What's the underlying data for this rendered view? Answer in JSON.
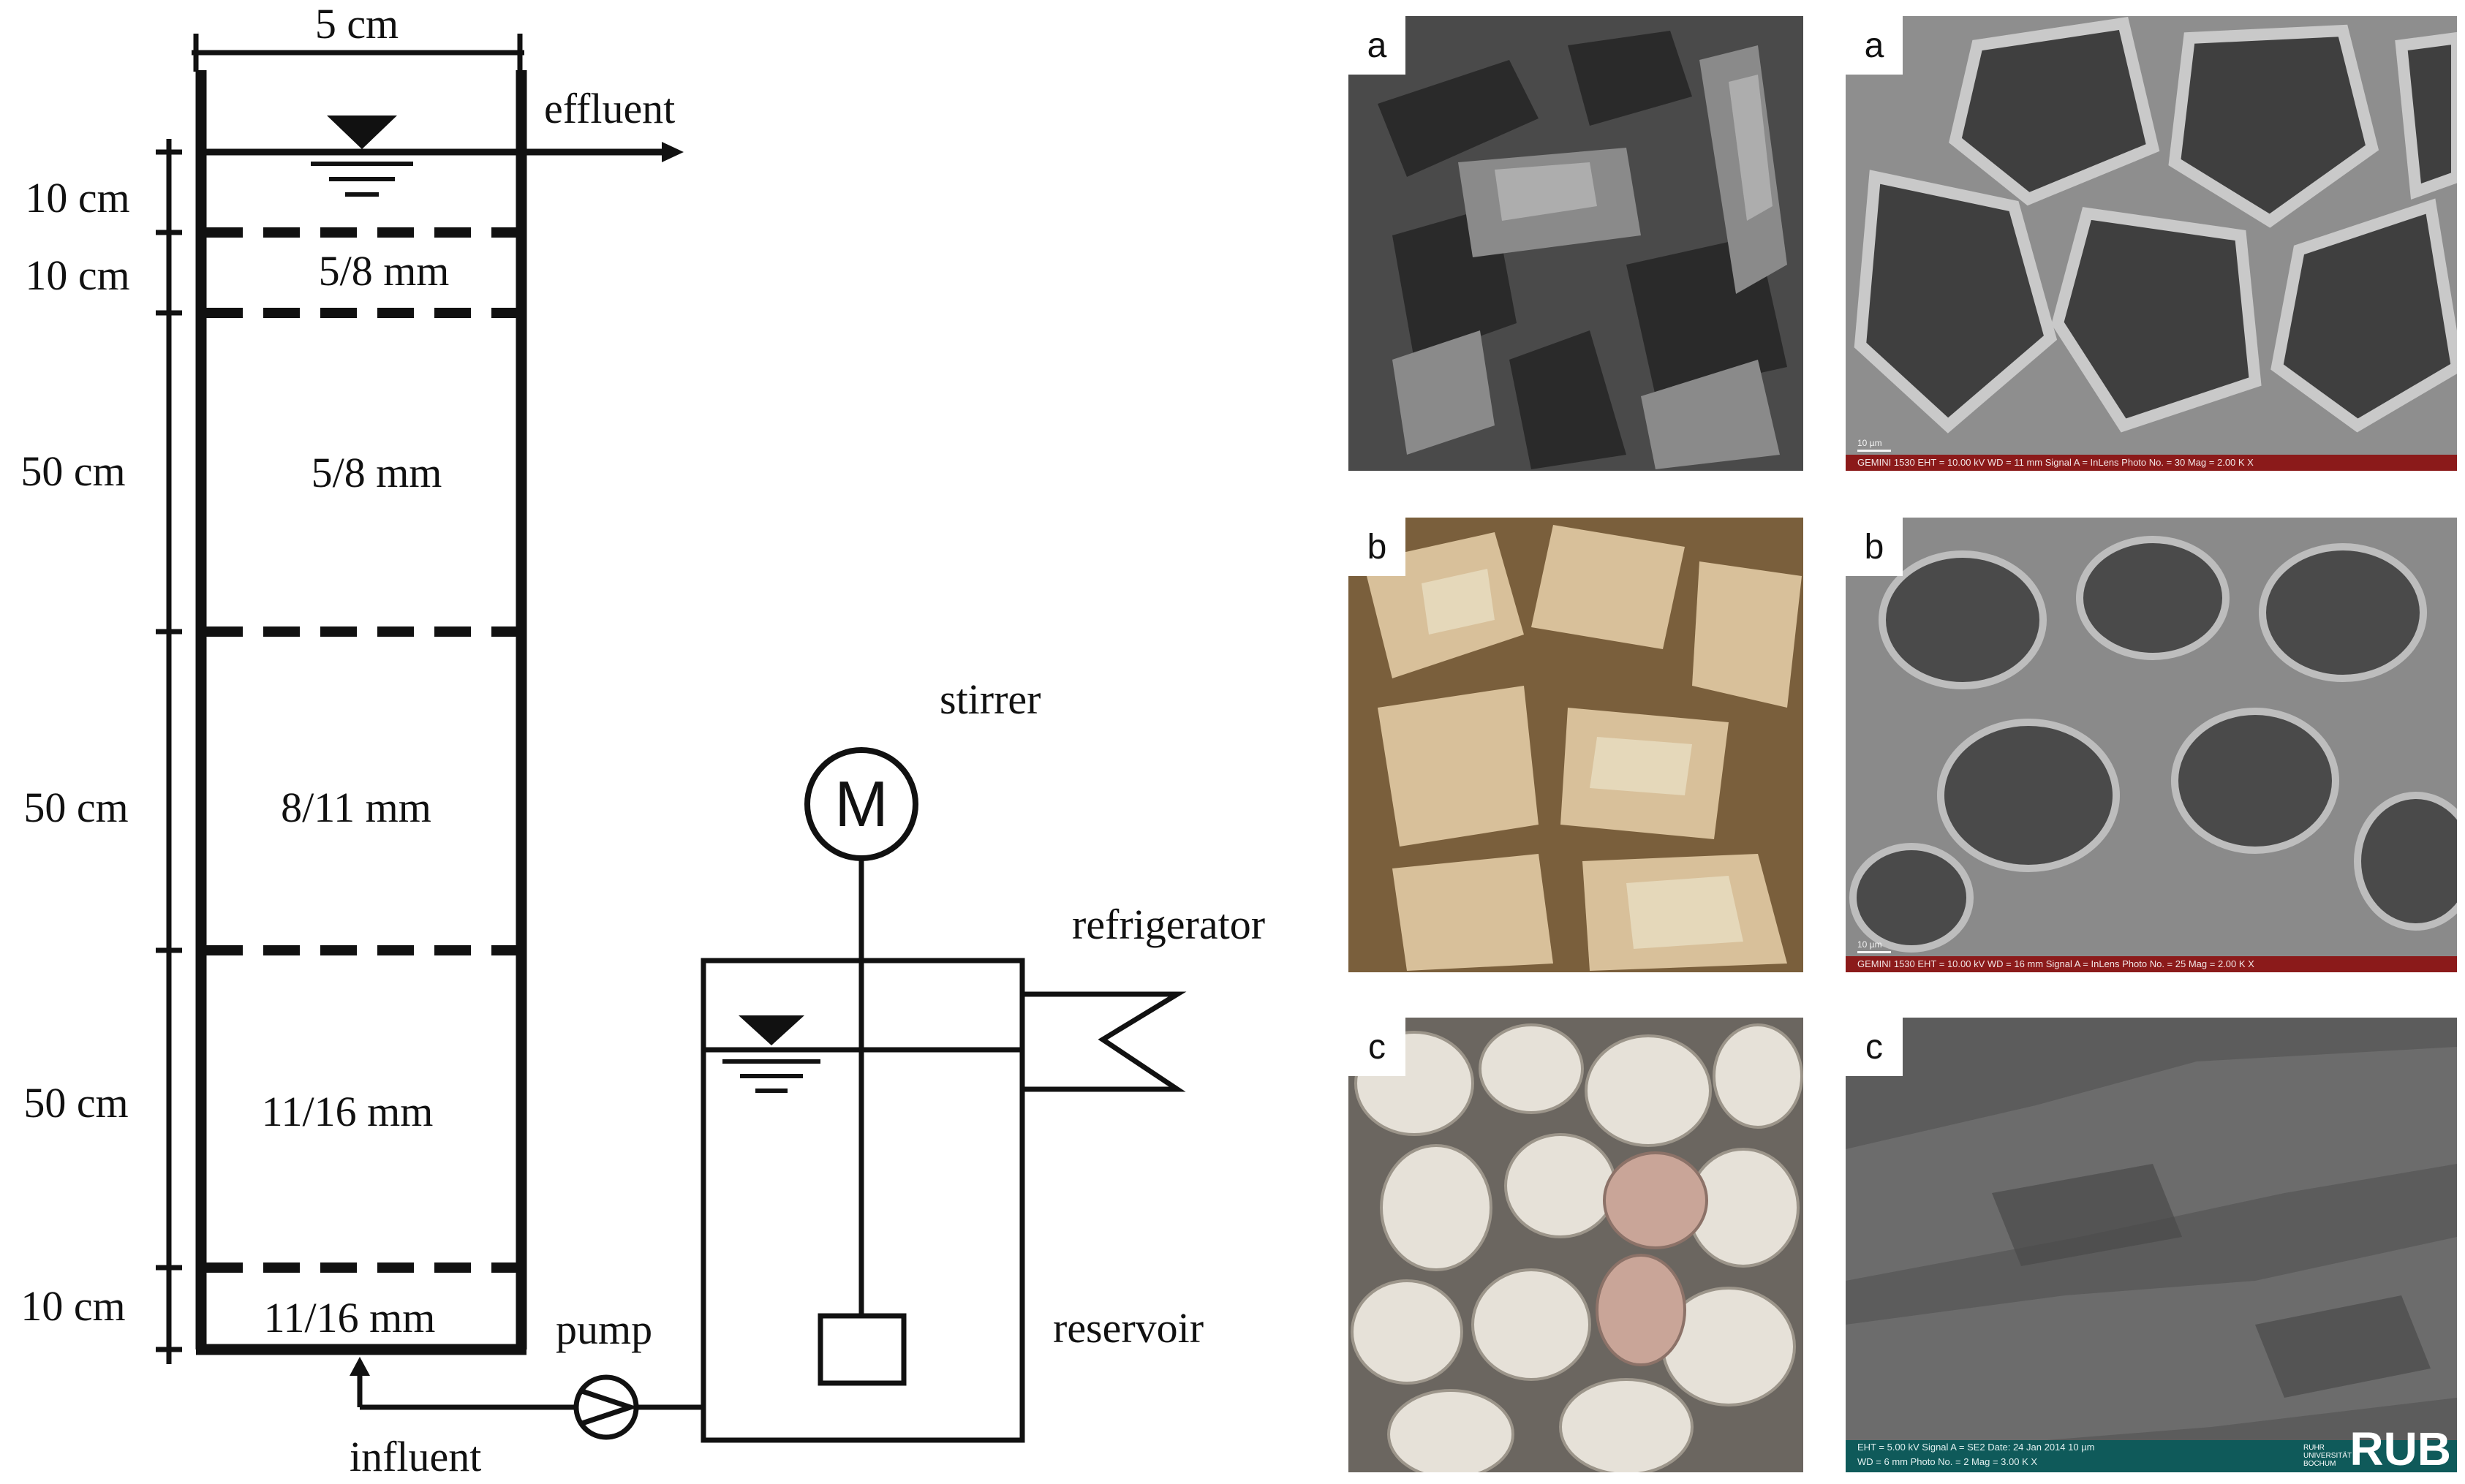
{
  "column": {
    "width_label": "5 cm",
    "effluent_label": "effluent",
    "influent_label": "influent",
    "section_heights": [
      "10 cm",
      "10 cm",
      "50 cm",
      "50 cm",
      "50 cm",
      "10 cm"
    ],
    "grain_sizes": [
      "5/8 mm",
      "5/8 mm",
      "8/11 mm",
      "11/16 mm",
      "11/16 mm"
    ]
  },
  "equipment": {
    "pump_label": "pump",
    "stirrer_label": "stirrer",
    "motor_symbol": "M",
    "refrigerator_label": "refrigerator",
    "reservoir_label": "reservoir"
  },
  "panels": {
    "photo_labels": [
      "a",
      "b",
      "c"
    ],
    "sem_labels": [
      "a",
      "b",
      "c"
    ],
    "sem_bar_a": "GEMINI 1530   EHT = 10.00 kV   WD = 11 mm   Signal A = InLens   Photo No. = 30   Mag = 2.00 K X",
    "sem_bar_b": "GEMINI 1530   EHT = 10.00 kV   WD = 16 mm   Signal A = InLens   Photo No. = 25   Mag = 2.00 K X",
    "sem_bar_c1": "EHT = 5.00 kV   Signal A = SE2   Date: 24 Jan 2014   10 µm",
    "sem_bar_c2": "WD = 6 mm   Photo No. = 2   Mag = 3.00 K X",
    "scale_ab": "10 µm",
    "logo_small": "RUHR UNIVERSITÄT BOCHUM",
    "logo": "RUB"
  }
}
